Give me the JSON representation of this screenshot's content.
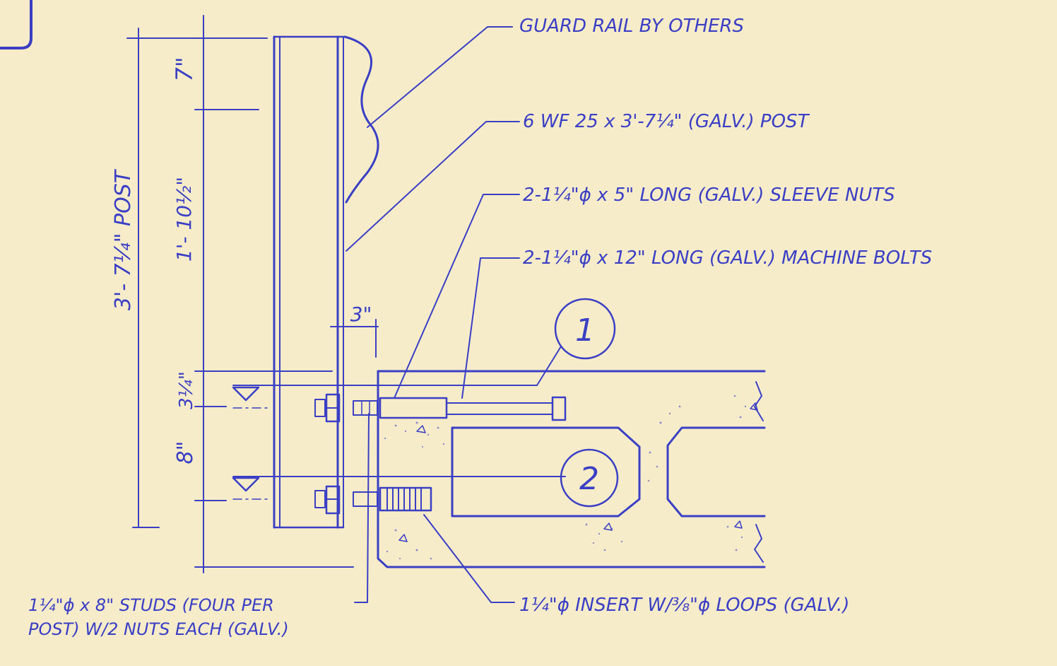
{
  "drawing": {
    "labels": {
      "guard_rail": "GUARD RAIL BY OTHERS",
      "post": "6 WF 25 x 3'-7¼\" (GALV.) POST",
      "sleeve_nuts": "2-1¼\"ϕ x 5\" LONG (GALV.) SLEEVE NUTS",
      "machine_bolts": "2-1¼\"ϕ x 12\" LONG (GALV.) MACHINE BOLTS",
      "studs_line1": "1¼\"ϕ x 8\" STUDS (FOUR PER",
      "studs_line2": "POST) W/2 NUTS EACH (GALV.)",
      "insert": "1¼\"ϕ INSERT W/⅜\"ϕ LOOPS (GALV.)"
    },
    "dimensions": {
      "overall": "3'- 7¼\" POST",
      "top": "7\"",
      "upper": "1'- 10½\"",
      "upper_bolt": "3¼\"",
      "bolt_spacing": "8\"",
      "offset": "3\""
    },
    "callouts": {
      "one": "1",
      "two": "2"
    },
    "colors": {
      "ink": "#3a3fc4",
      "paper": "#f6ecca"
    }
  }
}
